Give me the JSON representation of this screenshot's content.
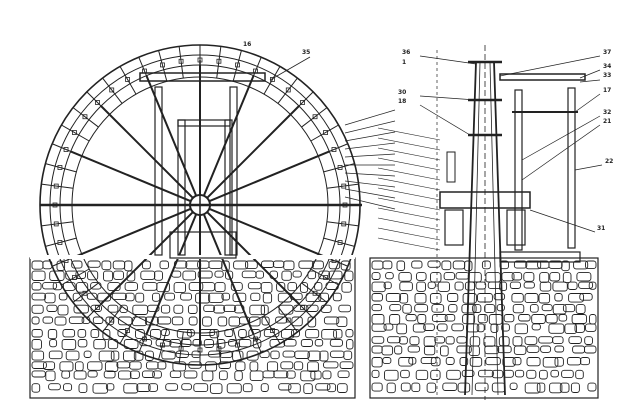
{
  "drawing": {
    "left_view_labels": [
      "16",
      "35"
    ],
    "right_view_labels": [
      "36",
      "1",
      "37",
      "18",
      "30",
      "34",
      "33",
      "17",
      "32",
      "21",
      "22",
      "31"
    ],
    "ink_color": "#222222",
    "paper_color": "#ffffff"
  }
}
